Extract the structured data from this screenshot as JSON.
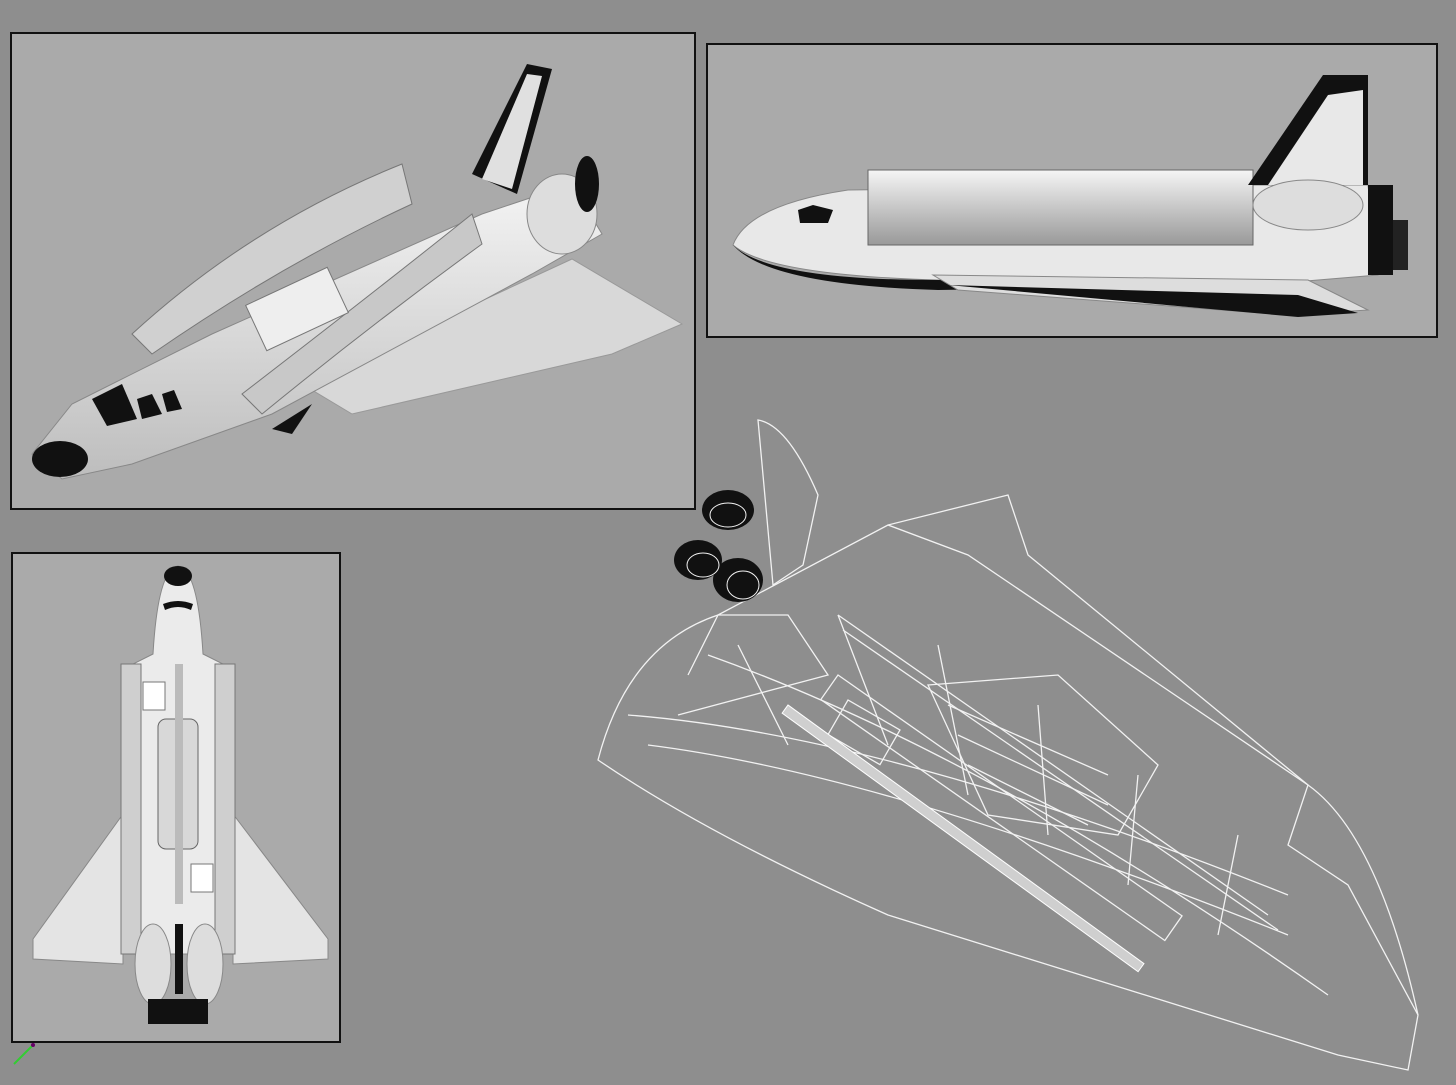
{
  "colors": {
    "background": "#8e8e8e",
    "panel": "#aaaaaa",
    "hull": "#e6e6e6",
    "tiles": "#111111",
    "wireframe": "#f2f2f2"
  },
  "views": [
    {
      "view": "perspective-shaded",
      "subject": "space-shuttle-open-bay"
    },
    {
      "view": "side-shaded",
      "subject": "space-shuttle-closed-bay"
    },
    {
      "view": "top-shaded",
      "subject": "space-shuttle-open-bay"
    },
    {
      "view": "perspective-wireframe",
      "subject": "space-shuttle-open-bay"
    }
  ],
  "icons": [
    "axis-gizmo-icon"
  ]
}
